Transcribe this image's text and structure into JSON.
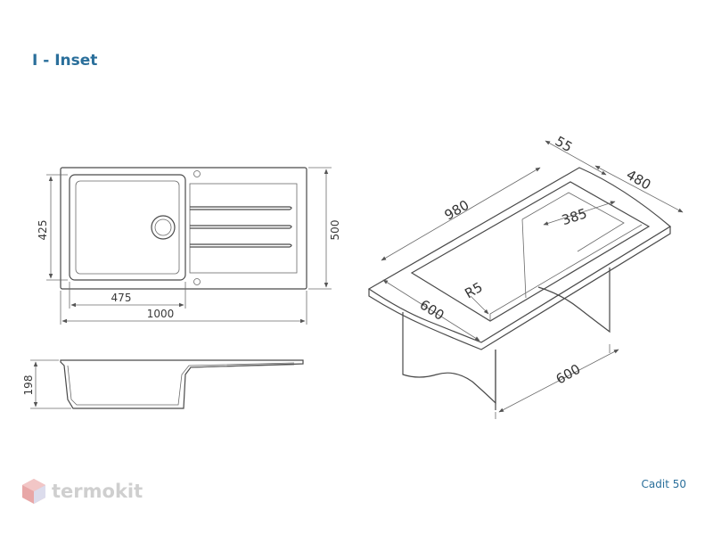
{
  "title": "I - Inset",
  "model": "Cadit 50",
  "watermark": {
    "text": "termokit",
    "logo_color": "#e8a7a7",
    "text_color": "#cfcfcf"
  },
  "colors": {
    "accent": "#2a6f9b",
    "line": "#4a4a4a"
  },
  "top_view": {
    "width_label": "1000",
    "height_label": "500",
    "bowl_width_label": "475",
    "bowl_height_label": "425"
  },
  "side_view": {
    "depth_label": "198"
  },
  "cutout_view": {
    "length_label": "980",
    "offset_label": "55",
    "width_label": "480",
    "bowl_label": "385",
    "radius_label": "R5",
    "front_label": "600",
    "cabinet_label": "600"
  }
}
